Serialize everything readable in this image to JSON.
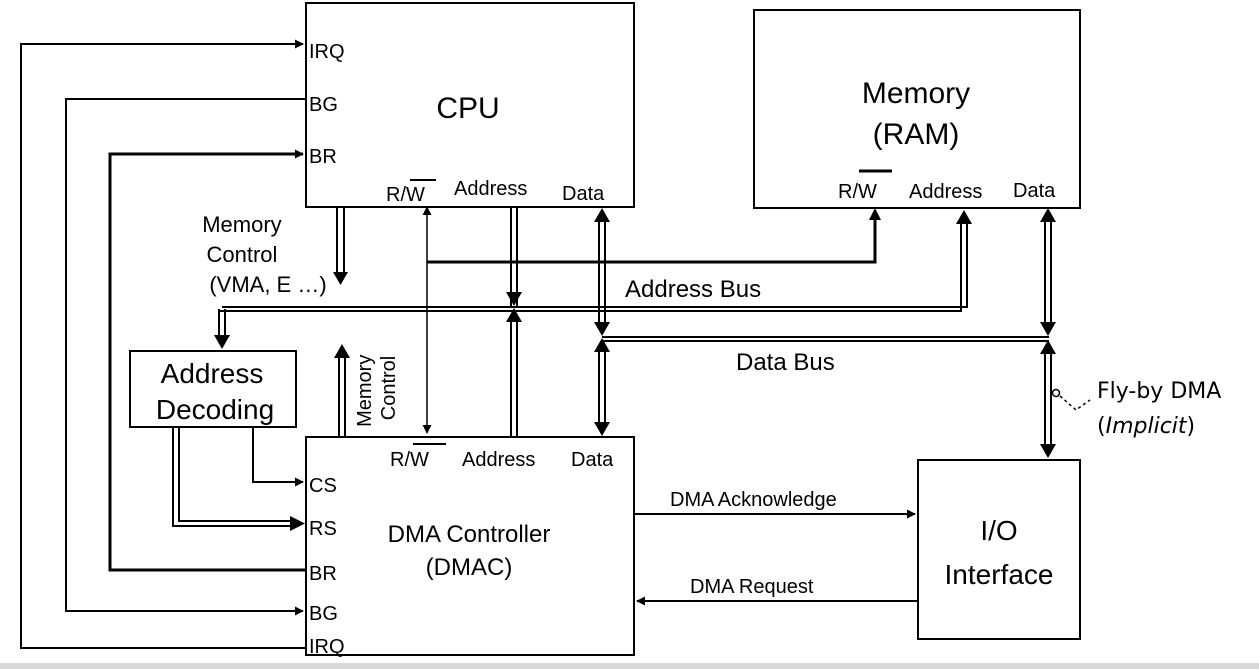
{
  "blocks": {
    "cpu": {
      "title": "CPU",
      "irq": "IRQ",
      "bg": "BG",
      "br": "BR",
      "rw_r": "R/",
      "rw_w": "W",
      "address": "Address",
      "data": "Data"
    },
    "memory": {
      "title_line1": "Memory",
      "title_line2": "(RAM)",
      "rw_r": "R/",
      "rw_w": "W",
      "address": "Address",
      "data": "Data"
    },
    "address_decoding": {
      "line1": "Address",
      "line2": "Decoding"
    },
    "dmac": {
      "title_line1": "DMA Controller",
      "title_line2": "(DMAC)",
      "cs": "CS",
      "rs": "RS",
      "br": "BR",
      "bg": "BG",
      "irq": "IRQ",
      "rw_r": "R/",
      "rw_w": "W",
      "address": "Address",
      "data": "Data"
    },
    "io": {
      "line1": "I/O",
      "line2": "Interface"
    }
  },
  "labels": {
    "memory_control_cpu": [
      "Memory",
      "Control",
      "(VMA, E …)"
    ],
    "memory_control_dmac": [
      "Memory",
      "Control"
    ],
    "address_bus": "Address Bus",
    "data_bus": "Data Bus",
    "dma_acknowledge": "DMA Acknowledge",
    "dma_request": "DMA Request",
    "flyby_line1": "Fly-by DMA",
    "flyby_line2_open": "(",
    "flyby_line2_italic": "Implicit",
    "flyby_line2_close": ")"
  }
}
